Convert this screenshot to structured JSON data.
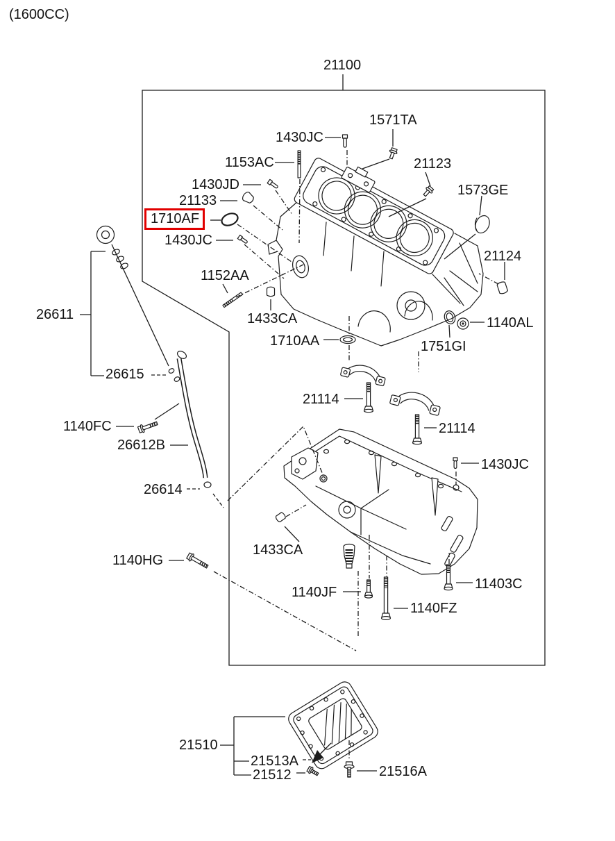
{
  "diagram": {
    "title_note": "(1600CC)",
    "highlight_color": "#e10000",
    "line_color": "#1c1c1c",
    "assembly_code": "21100",
    "highlighted_part": "1710AF",
    "labels": {
      "cc1600": "(1600CC)",
      "p21100": "21100",
      "p1571TA": "1571TA",
      "p1430JC_1": "1430JC",
      "p1153AC": "1153AC",
      "p1430JD": "1430JD",
      "p21133": "21133",
      "p1710AF": "1710AF",
      "p1430JC_2": "1430JC",
      "p21123": "21123",
      "p1573GE": "1573GE",
      "p21124": "21124",
      "p1152AA": "1152AA",
      "p1433CA_1": "1433CA",
      "p1140AL": "1140AL",
      "p1710AA": "1710AA",
      "p1751GI": "1751GI",
      "p26611": "26611",
      "p26615": "26615",
      "p21114_1": "21114",
      "p21114_2": "21114",
      "p1140FC": "1140FC",
      "p26612B": "26612B",
      "p1430JC_3": "1430JC",
      "p26614": "26614",
      "p1140HG": "1140HG",
      "p1433CA_2": "1433CA",
      "p1140JF": "1140JF",
      "p1140FZ": "1140FZ",
      "p11403C": "11403C",
      "p21510": "21510",
      "p21513A": "21513A",
      "p21512": "21512",
      "p21516A": "21516A"
    }
  }
}
